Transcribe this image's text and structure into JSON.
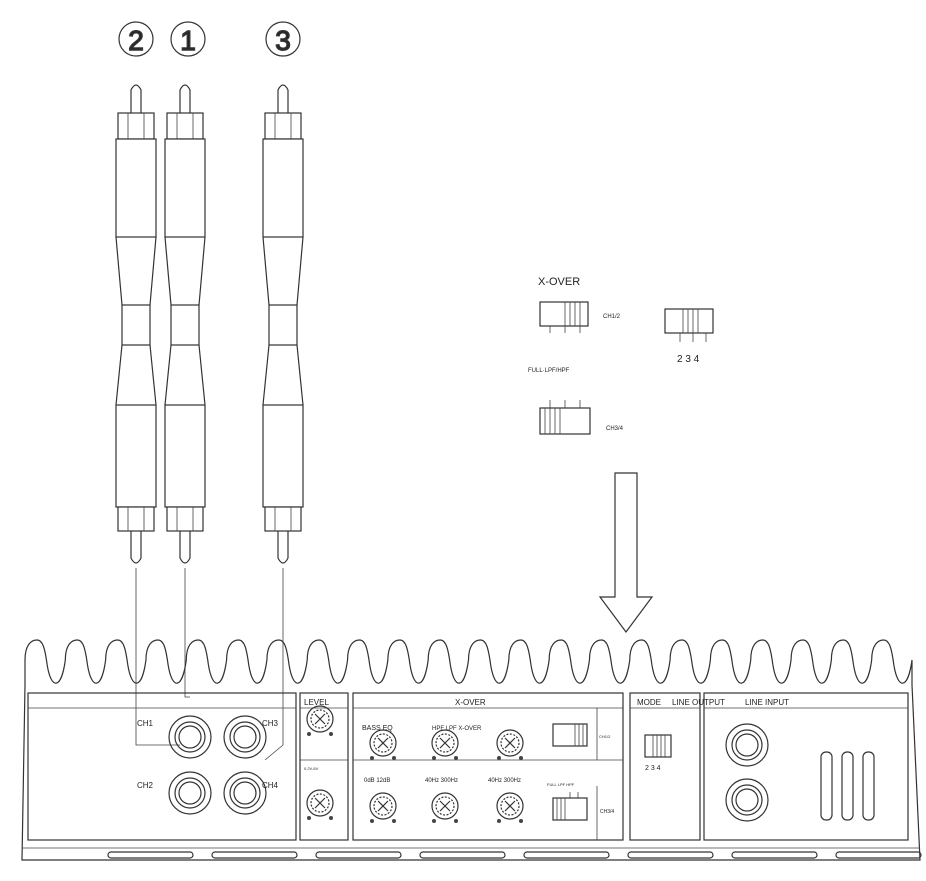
{
  "cable_labels": [
    "2",
    "1",
    "3"
  ],
  "xover_inset": {
    "title": "X-OVER",
    "ch12": "CH1/2",
    "mode": "FULL·LPF/HPF",
    "ch34": "CH3/4",
    "positions": "2  3  4"
  },
  "amp": {
    "section_labels": {
      "level": "LEVEL",
      "xover": "X-OVER",
      "mode": "MODE",
      "line_output": "LINE OUTPUT",
      "line_input": "LINE INPUT"
    },
    "channels": [
      "CH1",
      "CH3",
      "CH2",
      "CH4"
    ],
    "knob_labels": {
      "bass_eq": "BASS EQ",
      "hpf_lpf": "HPF LPF X-OVER",
      "range_bass": "0dB   12dB",
      "range_hpf": "40Hz  300Hz",
      "range_lpf": "40Hz  300Hz",
      "level_small": "0.2V-6V",
      "full_small": "FULL LPF HPF"
    },
    "switch_labels": {
      "ch12": "CH1/2",
      "ch34": "CH3/4"
    },
    "mode_positions": "2  3  4"
  }
}
